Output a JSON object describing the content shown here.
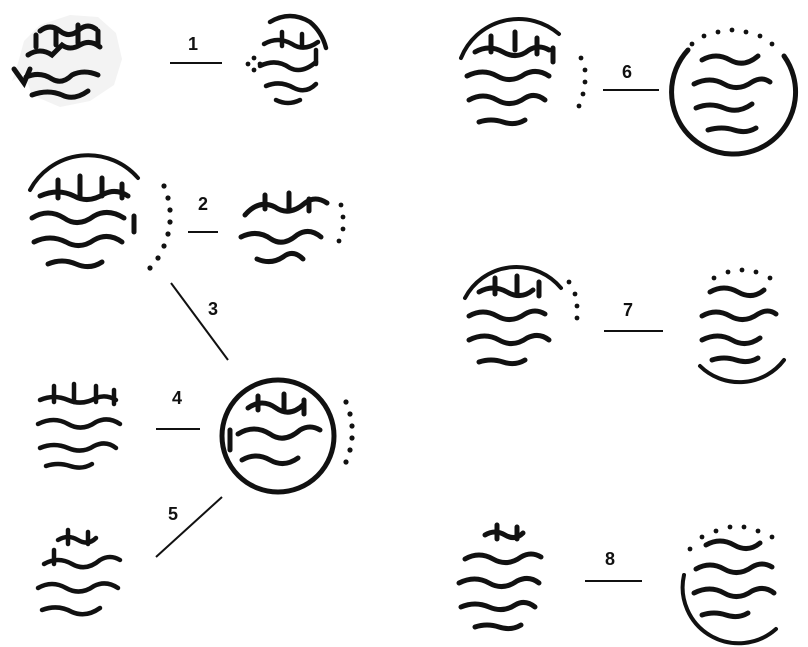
{
  "figure": {
    "connector_labels": [
      "1",
      "2",
      "3",
      "4",
      "5",
      "6",
      "7",
      "8"
    ]
  }
}
